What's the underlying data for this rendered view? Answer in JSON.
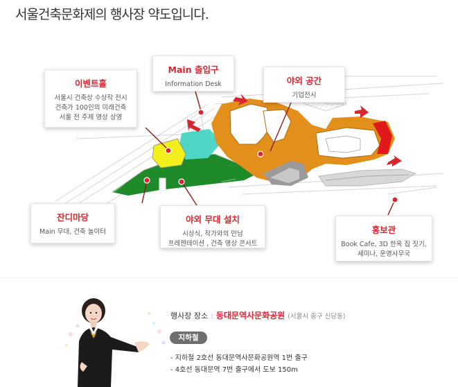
{
  "page": {
    "title": "서울건축문화제의 행사장 약도입니다."
  },
  "callouts": {
    "event_hall": {
      "title": "이벤트홀",
      "lines": [
        "서울시 건축상 수상작 전시",
        "건축가 100인의 미래건축",
        "서울 전 주제 영상 상영"
      ]
    },
    "main_entrance": {
      "title": "Main 출입구",
      "lines": [
        "Information Desk"
      ]
    },
    "outdoor_space": {
      "title": "야외 공간",
      "lines": [
        "기업전시"
      ]
    },
    "grass_yard": {
      "title": "잔디마당",
      "lines": [
        "Main 무대, 건축 놀이터"
      ]
    },
    "outdoor_stage": {
      "title": "야외 무대 설치",
      "lines": [
        "시상식, 작가와의 만남",
        "프레젠테이션 , 건축 영상 콘서트"
      ]
    },
    "pr_hall": {
      "title": "홍보관",
      "lines": [
        "Book Cafe, 3D 한옥 집 짓기,",
        "세미나, 운영사무국"
      ]
    }
  },
  "venue": {
    "label": "행사장 장소",
    "separator": ":",
    "name": "동대문역사문화공원",
    "address": "(서울시 중구 신당동)"
  },
  "subway": {
    "badge": "지하철",
    "lines": [
      "- 지하철 2호선 동대문역사문화공원역 1번 출구",
      "- 4호선 동대문역 7번 출구에서 도보 150m"
    ]
  },
  "colors": {
    "accent_red": "#d8262f",
    "building_orange": "#e28f1c",
    "lawn_green": "#1f8a2a",
    "event_yellow": "#f2ef1d",
    "entrance_cyan": "#4fd6c4",
    "pr_red": "#e01a1a"
  }
}
